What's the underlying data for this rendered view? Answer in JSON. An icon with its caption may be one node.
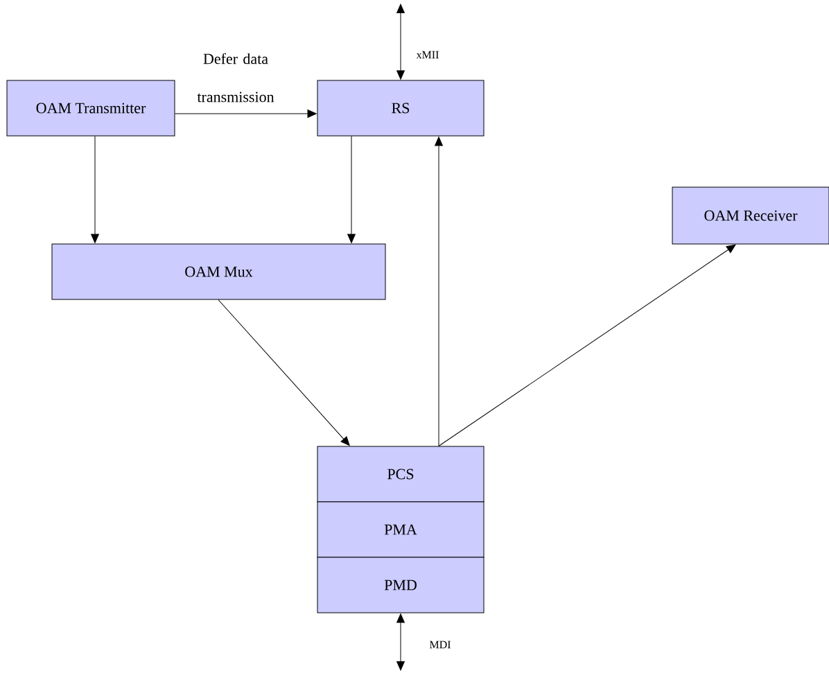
{
  "diagram": {
    "nodes": [
      {
        "text": [
          "OAM Transmitter"
        ]
      },
      {
        "text": [
          "RS"
        ]
      },
      {
        "text": [
          "OAM Receiver"
        ]
      },
      {
        "text": [
          "OAM Mux"
        ]
      },
      {
        "text": [
          "PCS"
        ]
      },
      {
        "text": [
          "PMA"
        ]
      },
      {
        "text": [
          "PMD"
        ]
      }
    ],
    "edges": [
      {
        "from": null,
        "to": 1,
        "arrow": "both",
        "label": "xMII"
      },
      {
        "from": 0,
        "to": 1,
        "arrow": "to",
        "label": "Defer data transmission"
      },
      {
        "from": 0,
        "to": 3,
        "arrow": "to"
      },
      {
        "from": 1,
        "to": 3,
        "arrow": "to"
      },
      {
        "from": 3,
        "to": 4,
        "arrow": "to"
      },
      {
        "from": 4,
        "to": 1,
        "arrow": "to"
      },
      {
        "from": 4,
        "to": 2,
        "arrow": "to"
      },
      {
        "from": 6,
        "to": null,
        "arrow": "both",
        "label": "MDI"
      }
    ]
  }
}
